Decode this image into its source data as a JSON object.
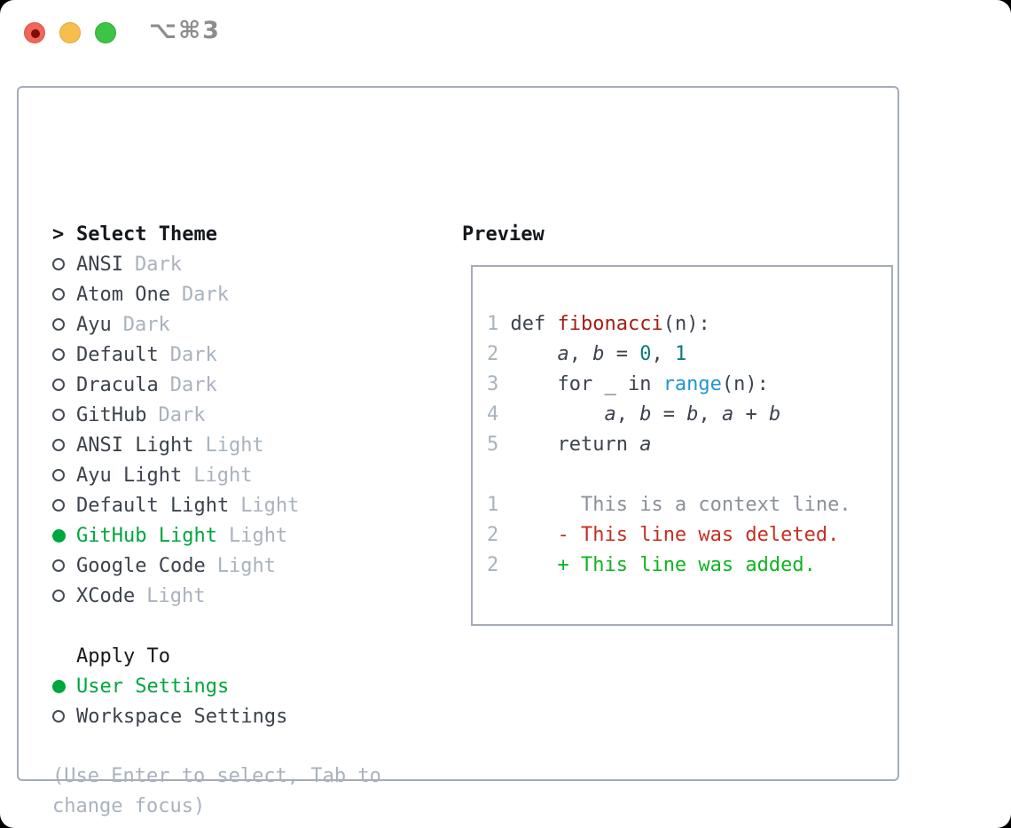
{
  "window": {
    "shortcut": "⌥⌘3",
    "traffic_lights": [
      "close-button",
      "minimize-button",
      "zoom-button"
    ]
  },
  "colors": {
    "selection_green": "#00a63e",
    "added_green": "#0fb422",
    "deleted_red": "#c52f21",
    "function_red": "#a61d12",
    "number_teal": "#0e7a78",
    "builtin_blue": "#2196d3",
    "muted_gray": "#a9b2bd",
    "context_gray": "#8a9199",
    "text_dark": "#3c434d",
    "border_gray": "#a4acb7",
    "traffic_red": "#ef665a",
    "traffic_yellow": "#f6bd4f",
    "traffic_green": "#3cc446"
  },
  "theme_panel": {
    "prompt_marker": ">",
    "title": "Select Theme",
    "themes": [
      {
        "name": "ANSI",
        "tag": "Dark",
        "selected": false
      },
      {
        "name": "Atom One",
        "tag": "Dark",
        "selected": false
      },
      {
        "name": "Ayu",
        "tag": "Dark",
        "selected": false
      },
      {
        "name": "Default",
        "tag": "Dark",
        "selected": false
      },
      {
        "name": "Dracula",
        "tag": "Dark",
        "selected": false
      },
      {
        "name": "GitHub",
        "tag": "Dark",
        "selected": false
      },
      {
        "name": "ANSI Light",
        "tag": "Light",
        "selected": false
      },
      {
        "name": "Ayu Light",
        "tag": "Light",
        "selected": false
      },
      {
        "name": "Default Light",
        "tag": "Light",
        "selected": false
      },
      {
        "name": "GitHub Light",
        "tag": "Light",
        "selected": true
      },
      {
        "name": "Google Code",
        "tag": "Light",
        "selected": false
      },
      {
        "name": "XCode",
        "tag": "Light",
        "selected": false
      }
    ],
    "apply_to": {
      "title": "Apply To",
      "options": [
        {
          "label": "User Settings",
          "selected": true
        },
        {
          "label": "Workspace Settings",
          "selected": false
        }
      ]
    },
    "hint_lines": [
      "(Use Enter to select, Tab to",
      "change focus)"
    ]
  },
  "preview": {
    "title": "Preview",
    "lines": [
      {
        "segments": [
          {
            "t": "1",
            "c": "lnum"
          },
          {
            "t": " def ",
            "c": "code"
          },
          {
            "t": "fibonacci",
            "c": "func"
          },
          {
            "t": "(n):",
            "c": "code"
          }
        ]
      },
      {
        "segments": [
          {
            "t": "2",
            "c": "lnum"
          },
          {
            "t": "     ",
            "c": "code"
          },
          {
            "t": "a",
            "c": "var"
          },
          {
            "t": ", ",
            "c": "code"
          },
          {
            "t": "b",
            "c": "var"
          },
          {
            "t": " = ",
            "c": "code"
          },
          {
            "t": "0",
            "c": "num"
          },
          {
            "t": ", ",
            "c": "code"
          },
          {
            "t": "1",
            "c": "num"
          }
        ]
      },
      {
        "segments": [
          {
            "t": "3",
            "c": "lnum"
          },
          {
            "t": "     for _ in ",
            "c": "code"
          },
          {
            "t": "range",
            "c": "builtin"
          },
          {
            "t": "(n):",
            "c": "code"
          }
        ]
      },
      {
        "segments": [
          {
            "t": "4",
            "c": "lnum"
          },
          {
            "t": "         ",
            "c": "code"
          },
          {
            "t": "a",
            "c": "var"
          },
          {
            "t": ", ",
            "c": "code"
          },
          {
            "t": "b",
            "c": "var"
          },
          {
            "t": " = ",
            "c": "code"
          },
          {
            "t": "b",
            "c": "var"
          },
          {
            "t": ", ",
            "c": "code"
          },
          {
            "t": "a",
            "c": "var"
          },
          {
            "t": " + ",
            "c": "code"
          },
          {
            "t": "b",
            "c": "var"
          }
        ]
      },
      {
        "segments": [
          {
            "t": "5",
            "c": "lnum"
          },
          {
            "t": "     return ",
            "c": "code"
          },
          {
            "t": "a",
            "c": "var"
          }
        ]
      },
      {
        "segments": []
      },
      {
        "segments": [
          {
            "t": "1",
            "c": "lnum"
          },
          {
            "t": "       ",
            "c": "code"
          },
          {
            "t": "This is a context line.",
            "c": "context"
          }
        ]
      },
      {
        "segments": [
          {
            "t": "2",
            "c": "lnum"
          },
          {
            "t": "     ",
            "c": "code"
          },
          {
            "t": "- This line was deleted.",
            "c": "deleted"
          }
        ]
      },
      {
        "segments": [
          {
            "t": "2",
            "c": "lnum"
          },
          {
            "t": "     ",
            "c": "code"
          },
          {
            "t": "+ This line was added.",
            "c": "added"
          }
        ]
      }
    ]
  }
}
